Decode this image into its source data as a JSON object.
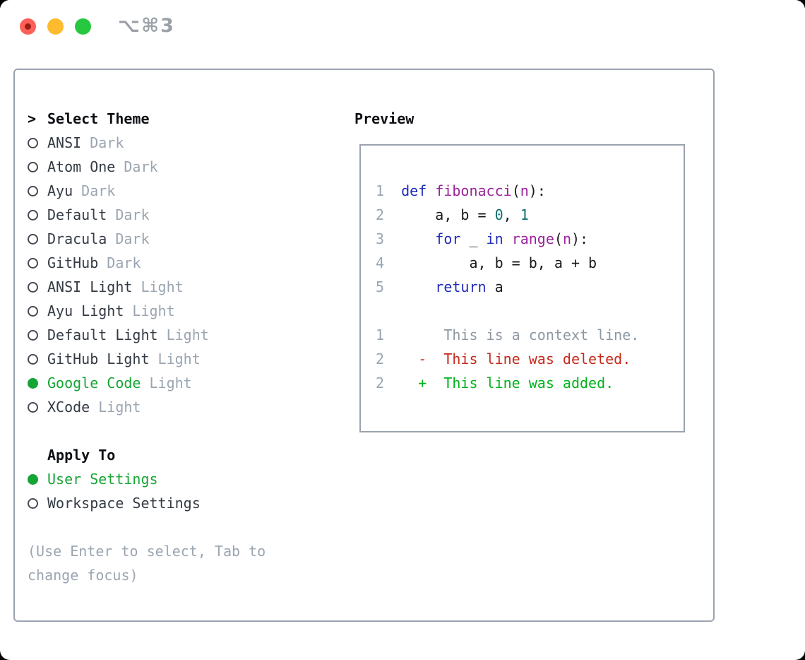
{
  "window": {
    "title": "⌥⌘3",
    "traffic_lights": {
      "close": "#fe5f57",
      "minimize": "#febb2e",
      "zoom": "#27c83f"
    }
  },
  "left": {
    "header": {
      "marker": ">",
      "label": "Select Theme"
    },
    "themes": [
      {
        "name": "ANSI",
        "tag": "Dark",
        "selected": false
      },
      {
        "name": "Atom One",
        "tag": "Dark",
        "selected": false
      },
      {
        "name": "Ayu",
        "tag": "Dark",
        "selected": false
      },
      {
        "name": "Default",
        "tag": "Dark",
        "selected": false
      },
      {
        "name": "Dracula",
        "tag": "Dark",
        "selected": false
      },
      {
        "name": "GitHub",
        "tag": "Dark",
        "selected": false
      },
      {
        "name": "ANSI Light",
        "tag": "Light",
        "selected": false
      },
      {
        "name": "Ayu Light",
        "tag": "Light",
        "selected": false
      },
      {
        "name": "Default Light",
        "tag": "Light",
        "selected": false
      },
      {
        "name": "GitHub Light",
        "tag": "Light",
        "selected": false
      },
      {
        "name": "Google Code",
        "tag": "Light",
        "selected": true
      },
      {
        "name": "XCode",
        "tag": "Light",
        "selected": false
      }
    ],
    "apply_to": {
      "header": "Apply To",
      "options": [
        {
          "label": "User Settings",
          "selected": true
        },
        {
          "label": "Workspace Settings",
          "selected": false
        }
      ]
    },
    "hint_lines": [
      "(Use Enter to select, Tab to",
      "change focus)"
    ]
  },
  "preview": {
    "title": "Preview",
    "lines": [
      {
        "num": "1",
        "tokens": [
          {
            "t": "  ",
            "c": "pl"
          },
          {
            "t": "def",
            "c": "kw"
          },
          {
            "t": " ",
            "c": "pl"
          },
          {
            "t": "fibonacci",
            "c": "fn"
          },
          {
            "t": "(",
            "c": "pl"
          },
          {
            "t": "n",
            "c": "fn"
          },
          {
            "t": "):",
            "c": "pl"
          }
        ]
      },
      {
        "num": "2",
        "tokens": [
          {
            "t": "      a, b = ",
            "c": "pl"
          },
          {
            "t": "0",
            "c": "lit"
          },
          {
            "t": ", ",
            "c": "pl"
          },
          {
            "t": "1",
            "c": "lit"
          }
        ]
      },
      {
        "num": "3",
        "tokens": [
          {
            "t": "      ",
            "c": "pl"
          },
          {
            "t": "for",
            "c": "kw"
          },
          {
            "t": " _ ",
            "c": "pl"
          },
          {
            "t": "in",
            "c": "kw"
          },
          {
            "t": " ",
            "c": "pl"
          },
          {
            "t": "range",
            "c": "fn"
          },
          {
            "t": "(",
            "c": "pl"
          },
          {
            "t": "n",
            "c": "fn"
          },
          {
            "t": "):",
            "c": "pl"
          }
        ]
      },
      {
        "num": "4",
        "tokens": [
          {
            "t": "          a, b = b, a + b",
            "c": "pl"
          }
        ]
      },
      {
        "num": "5",
        "tokens": [
          {
            "t": "      ",
            "c": "pl"
          },
          {
            "t": "return",
            "c": "kw"
          },
          {
            "t": " a",
            "c": "pl"
          }
        ]
      },
      {
        "num": "",
        "tokens": []
      },
      {
        "num": "1",
        "tokens": [
          {
            "t": "       This is a context line.",
            "c": "ctx"
          }
        ]
      },
      {
        "num": "2",
        "tokens": [
          {
            "t": "    ",
            "c": "pl"
          },
          {
            "t": "-  This line was deleted.",
            "c": "del"
          }
        ]
      },
      {
        "num": "2",
        "tokens": [
          {
            "t": "    ",
            "c": "pl"
          },
          {
            "t": "+  This line was added.",
            "c": "add"
          }
        ]
      }
    ]
  },
  "colors": {
    "accent_green": "#16a435",
    "keyword_blue": "#1f2cb8",
    "function_purple": "#9b239b",
    "literal_teal": "#0e6d6d",
    "deleted_red": "#c5291c",
    "added_green": "#00b31b",
    "muted_gray": "#9aa5b1",
    "border_gray": "#9aa3af"
  }
}
